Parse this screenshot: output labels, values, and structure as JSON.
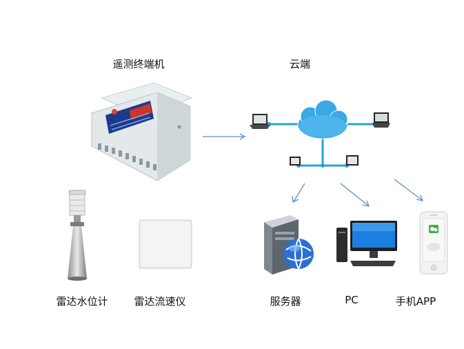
{
  "labels": {
    "terminal": "遥测终端机",
    "cloud": "云端",
    "radar_level": "雷达水位计",
    "radar_flow": "雷达流速仪",
    "server": "服务器",
    "pc": "PC",
    "app": "手机APP"
  },
  "colors": {
    "arrow": "#5b8fd0",
    "cloud": "#3aa8e6",
    "network_line": "#29a0e0"
  },
  "icons": [
    "rtu-box-icon",
    "cloud-network-icon",
    "radar-level-meter-icon",
    "radar-flow-meter-icon",
    "server-icon",
    "pc-icon",
    "smartphone-icon"
  ]
}
